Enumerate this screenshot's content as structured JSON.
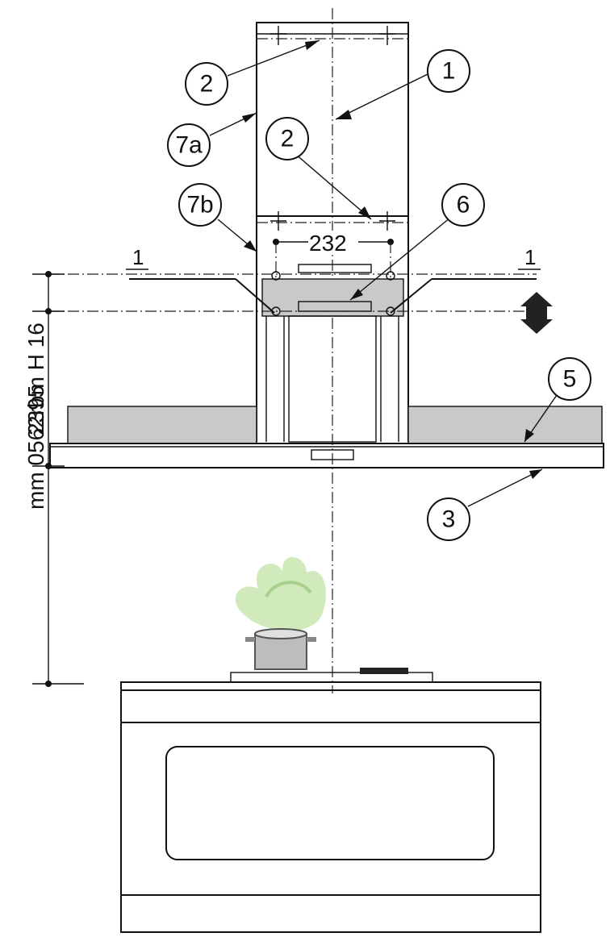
{
  "callouts": {
    "c1": "1",
    "c2_top": "2",
    "c2_mid": "2",
    "c3": "3",
    "c5": "5",
    "c6": "6",
    "c7a": "7a",
    "c7b": "7b"
  },
  "dimensions": {
    "bracket_spacing": "232",
    "vertical_label": "mm 0562rbm H 16",
    "overlay_label": "2395"
  },
  "section_marks": {
    "left": "1",
    "right": "1"
  },
  "icons": {
    "adjust": "double-arrow-vertical-icon"
  }
}
